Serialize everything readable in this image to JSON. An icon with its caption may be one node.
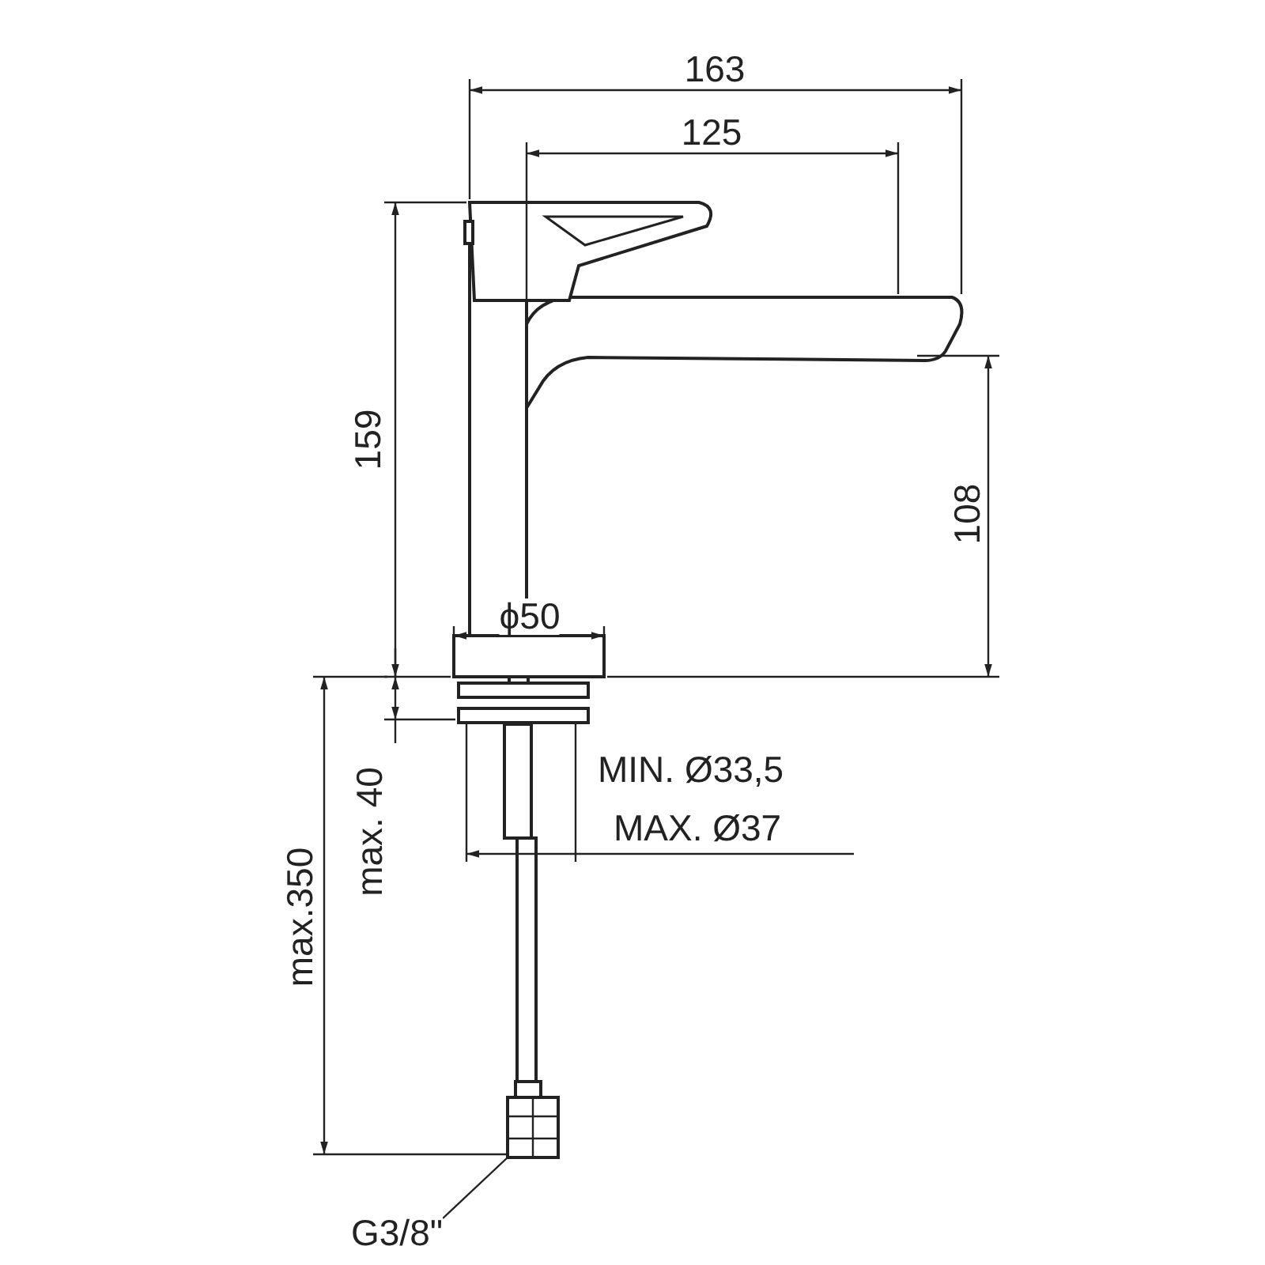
{
  "diagram": {
    "nodes": [
      {
        "text": [
          "G3/8\""
        ]
      },
      {
        "text": [],
        "shape": "box"
      }
    ],
    "edges": [
      {
        "from": 0,
        "to": 1,
        "arrow": "none"
      }
    ],
    "labels": [
      "163",
      "125",
      "159",
      "108",
      "ϕ50",
      "MIN. Ø33,5",
      "max. 40",
      "MAX. Ø37",
      "max.350"
    ]
  }
}
